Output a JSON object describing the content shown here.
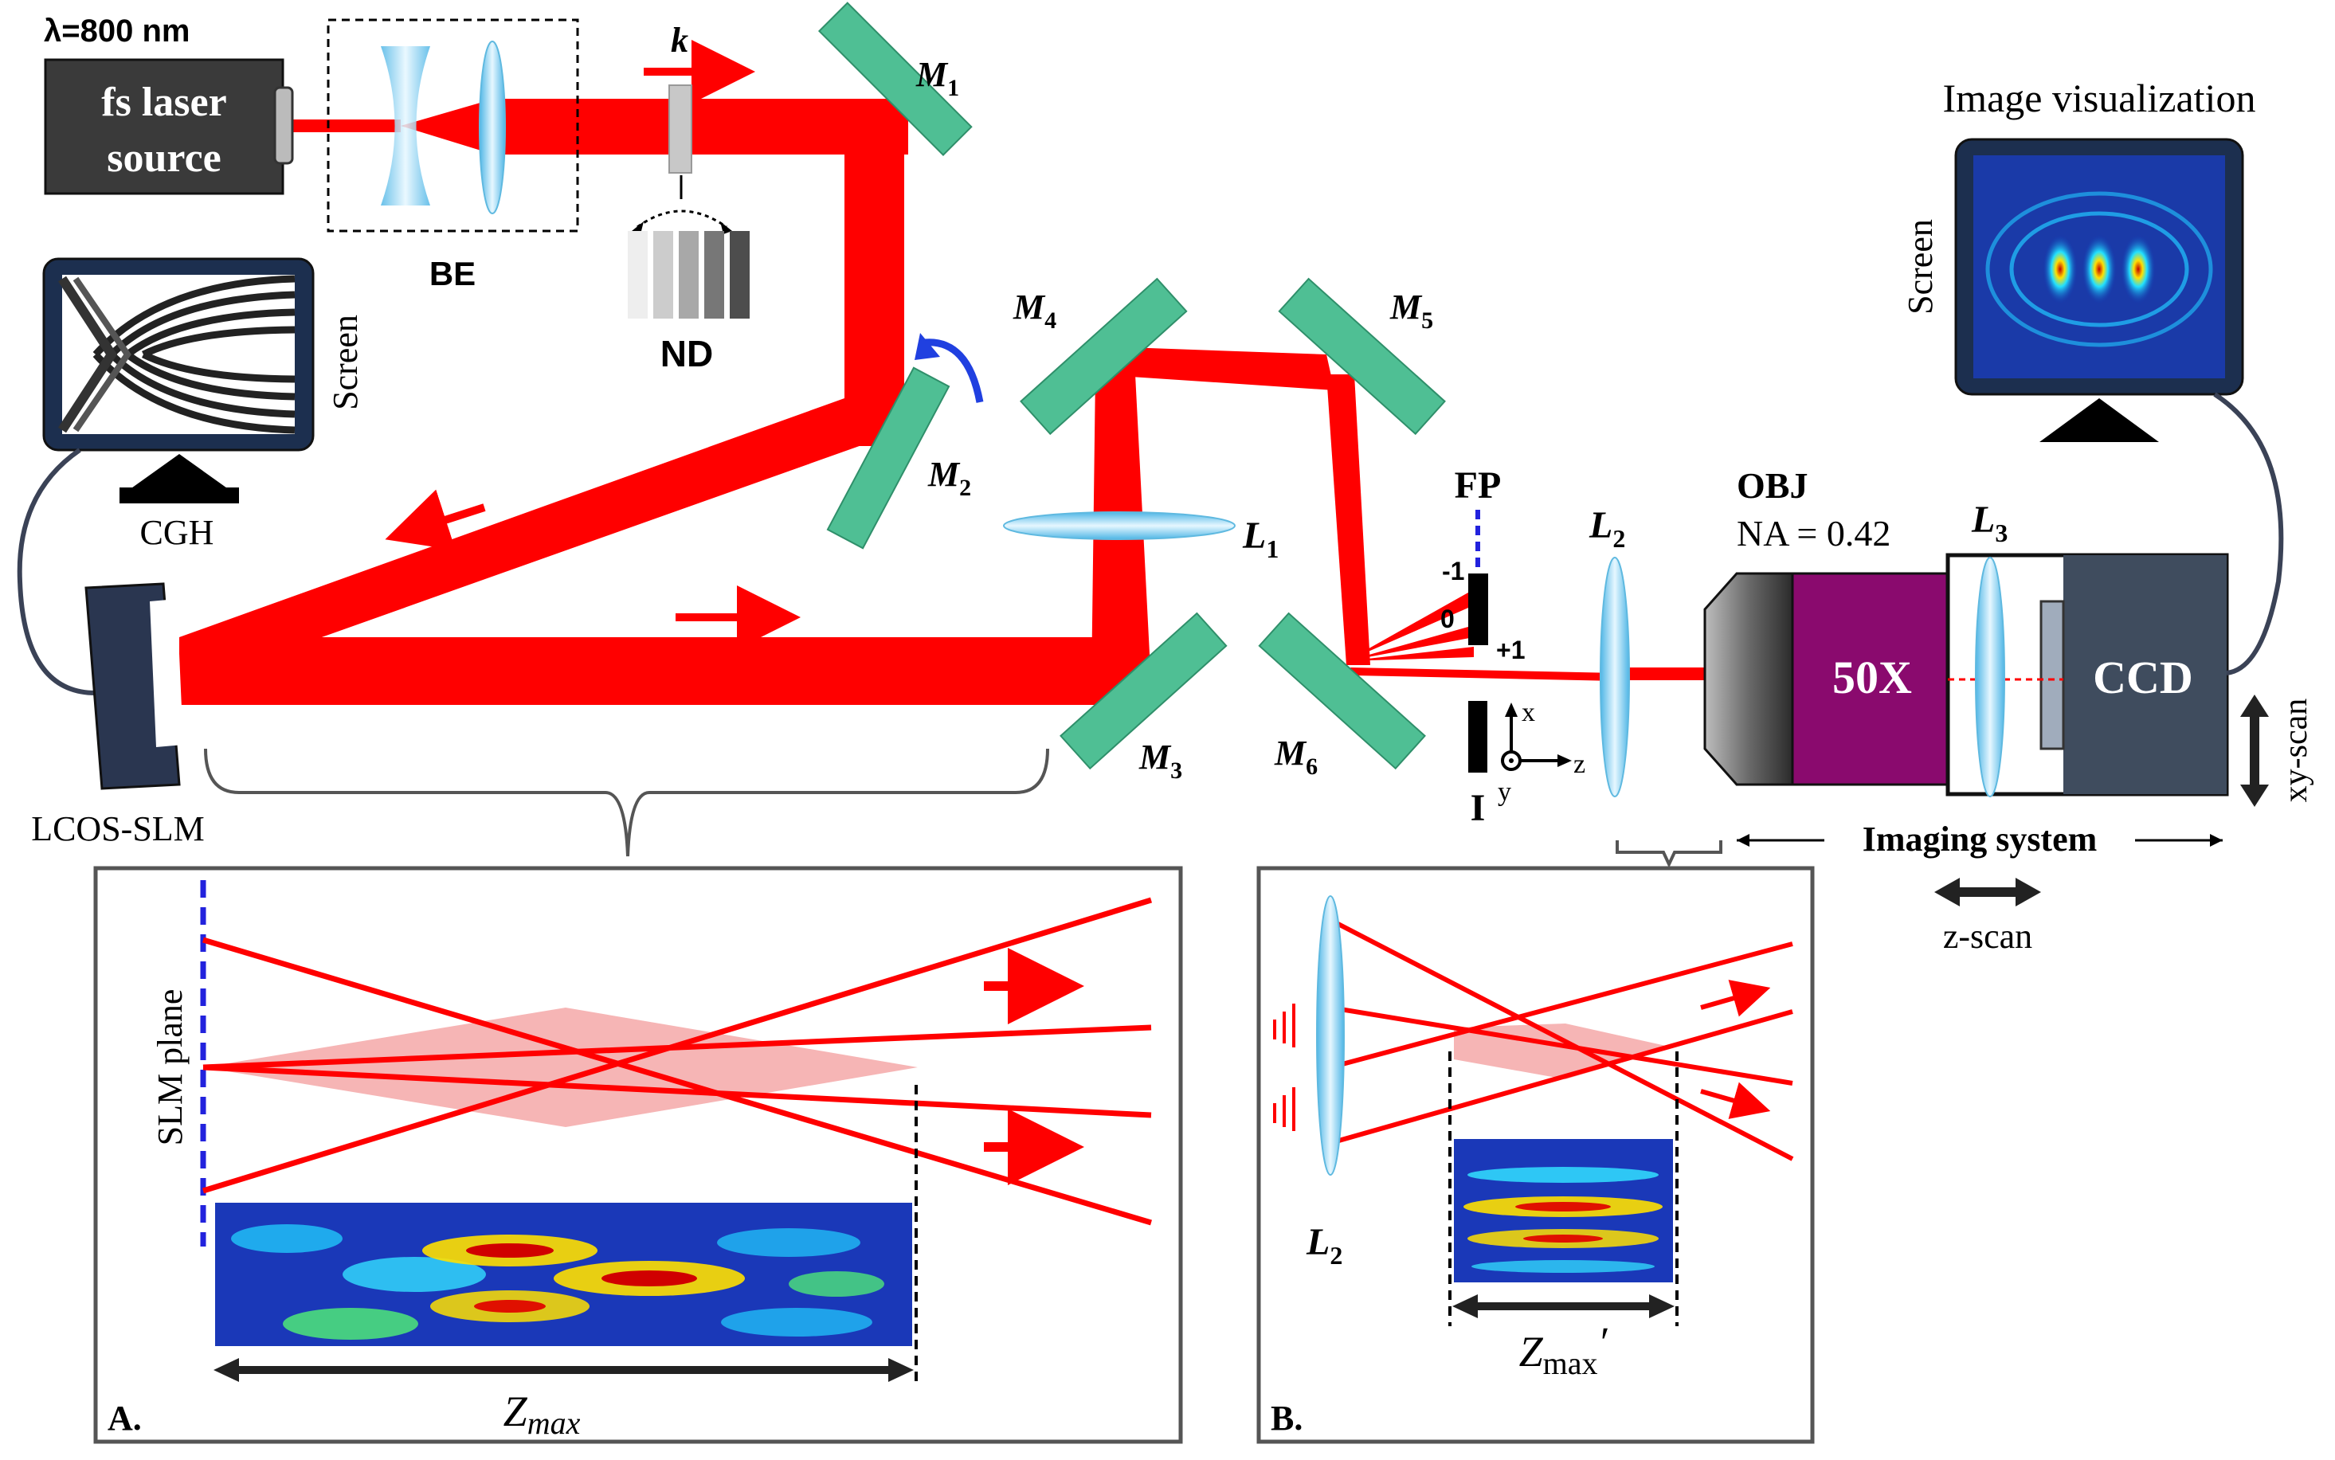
{
  "labels": {
    "wavelength": "λ=800 nm",
    "laser_line1": "fs laser",
    "laser_line2": "source",
    "be": "BE",
    "k": "k",
    "nd": "ND",
    "m1": "M",
    "m1_sub": "1",
    "m2": "M",
    "m2_sub": "2",
    "m3": "M",
    "m3_sub": "3",
    "m4": "M",
    "m4_sub": "4",
    "m5": "M",
    "m5_sub": "5",
    "m6": "M",
    "m6_sub": "6",
    "l1": "L",
    "l1_sub": "1",
    "l2": "L",
    "l2_sub": "2",
    "l3": "L",
    "l3_sub": "3",
    "l2b": "L",
    "l2b_sub": "2",
    "screen_left": "Screen",
    "cgh": "CGH",
    "lcos": "LCOS-SLM",
    "fp": "FP",
    "order_m1": "-1",
    "order_0": "0",
    "order_p1": "+1",
    "iris": "I",
    "axis_x": "x",
    "axis_y": "y",
    "axis_z": "z",
    "obj": "OBJ",
    "na": "NA = 0.42",
    "mag": "50X",
    "ccd": "CCD",
    "image_vis": "Image visualization",
    "screen_right": "Screen",
    "xy_scan": "xy-scan",
    "imaging": "Imaging system",
    "z_scan": "z-scan",
    "panel_a": "A.",
    "panel_b": "B.",
    "slm_plane": "SLM plane",
    "zmax": "Z",
    "zmax_sub": "max",
    "zmax_prime": "Z",
    "zmax_prime_sub": "max",
    "zmax_prime_mark": "′"
  },
  "colors": {
    "beam": "#ff0000",
    "mirror": "#4fbf94",
    "lens": "#8fd6f2",
    "obj_body": "#8a0a6e",
    "ccd_body": "#3f4c5e",
    "panel_border": "#555555",
    "fp_dash": "#2222dd"
  }
}
